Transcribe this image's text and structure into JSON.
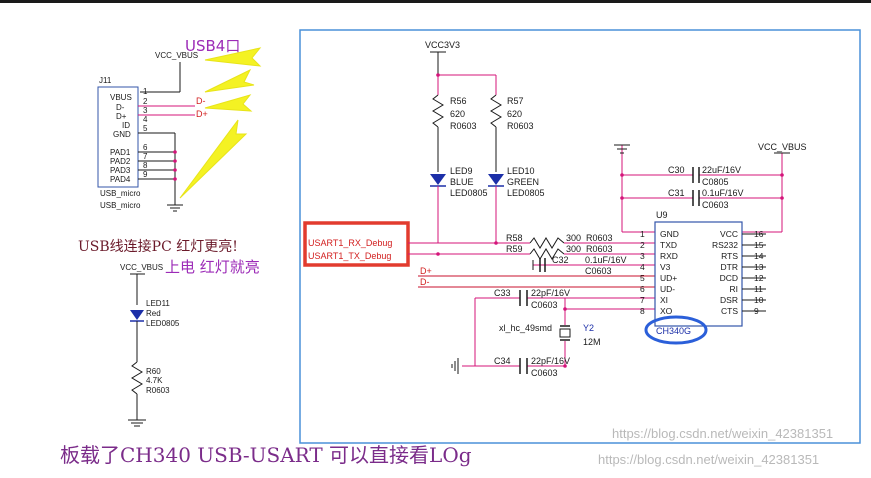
{
  "usb_connector": {
    "ref": "J11",
    "net": "VCC_VBUS",
    "part": "USB_micro",
    "value": "USB_micro",
    "pins": [
      "VBUS",
      "D-",
      "D+",
      "ID",
      "GND",
      "PAD1",
      "PAD2",
      "PAD3",
      "PAD4"
    ],
    "pin_numbers": [
      "1",
      "2",
      "3",
      "4",
      "5",
      "6",
      "7",
      "8",
      "9"
    ],
    "net_dminus": "D-",
    "net_dplus": "D+"
  },
  "annotations": {
    "usb4": "USB4口",
    "usb_pc": "USB线连接PC 红灯更亮!",
    "power_on": "上电 红灯就亮",
    "bottom": "板载了CH340 USB-USART 可以直接看LOg"
  },
  "power_led": {
    "net": "VCC_VBUS",
    "led_ref": "LED11",
    "led_color": "Red",
    "led_pkg": "LED0805",
    "res_ref": "R60",
    "res_value": "4.7K",
    "res_pkg": "R0603"
  },
  "main": {
    "vcc3v3": "VCC3V3",
    "vcc_vbus": "VCC_VBUS",
    "r56": {
      "ref": "R56",
      "value": "620",
      "pkg": "R0603"
    },
    "r57": {
      "ref": "R57",
      "value": "620",
      "pkg": "R0603"
    },
    "led9": {
      "ref": "LED9",
      "color": "BLUE",
      "pkg": "LED0805"
    },
    "led10": {
      "ref": "LED10",
      "color": "GREEN",
      "pkg": "LED0805"
    },
    "r58": {
      "ref": "R58",
      "value": "300",
      "pkg": "R0603"
    },
    "r59": {
      "ref": "R59",
      "value": "300",
      "pkg": "R0603"
    },
    "c30": {
      "ref": "C30",
      "value": "22uF/16V",
      "pkg": "C0805"
    },
    "c31": {
      "ref": "C31",
      "value": "0.1uF/16V",
      "pkg": "C0603"
    },
    "c32": {
      "ref": "C32",
      "value": "0.1uF/16V",
      "pkg": "C0603"
    },
    "c33": {
      "ref": "C33",
      "value": "22pF/16V",
      "pkg": "C0603"
    },
    "c34": {
      "ref": "C34",
      "value": "22pF/16V",
      "pkg": "C0603"
    },
    "y2": {
      "ref": "Y2",
      "freq": "12M",
      "pkg": "xl_hc_49smd"
    },
    "net_rx": "USART1_RX_Debug",
    "net_tx": "USART1_TX_Debug",
    "net_dplus": "D+",
    "net_dminus": "D-",
    "u9": {
      "ref": "U9",
      "part": "CH340G",
      "left_pins": [
        "GND",
        "TXD",
        "RXD",
        "V3",
        "UD+",
        "UD-",
        "XI",
        "XO"
      ],
      "left_nums": [
        "1",
        "2",
        "3",
        "4",
        "5",
        "6",
        "7",
        "8"
      ],
      "right_pins": [
        "VCC",
        "RS232",
        "RTS",
        "DTR",
        "DCD",
        "RI",
        "DSR",
        "CTS"
      ],
      "right_nums": [
        "16",
        "15",
        "14",
        "13",
        "12",
        "11",
        "10",
        "9"
      ]
    }
  },
  "watermarks": [
    "https://blog.csdn.net/weixin_42381351",
    "https://blog.csdn.net/weixin_42381351"
  ],
  "colors": {
    "frame_blue": "#4a90d9",
    "highlight_red": "#e23b2e",
    "wire_red": "#c8102e",
    "ellipse_blue": "#2b5fd9",
    "arrow_yellow": "#f4f223",
    "note_purple": "#9c2bb7"
  }
}
